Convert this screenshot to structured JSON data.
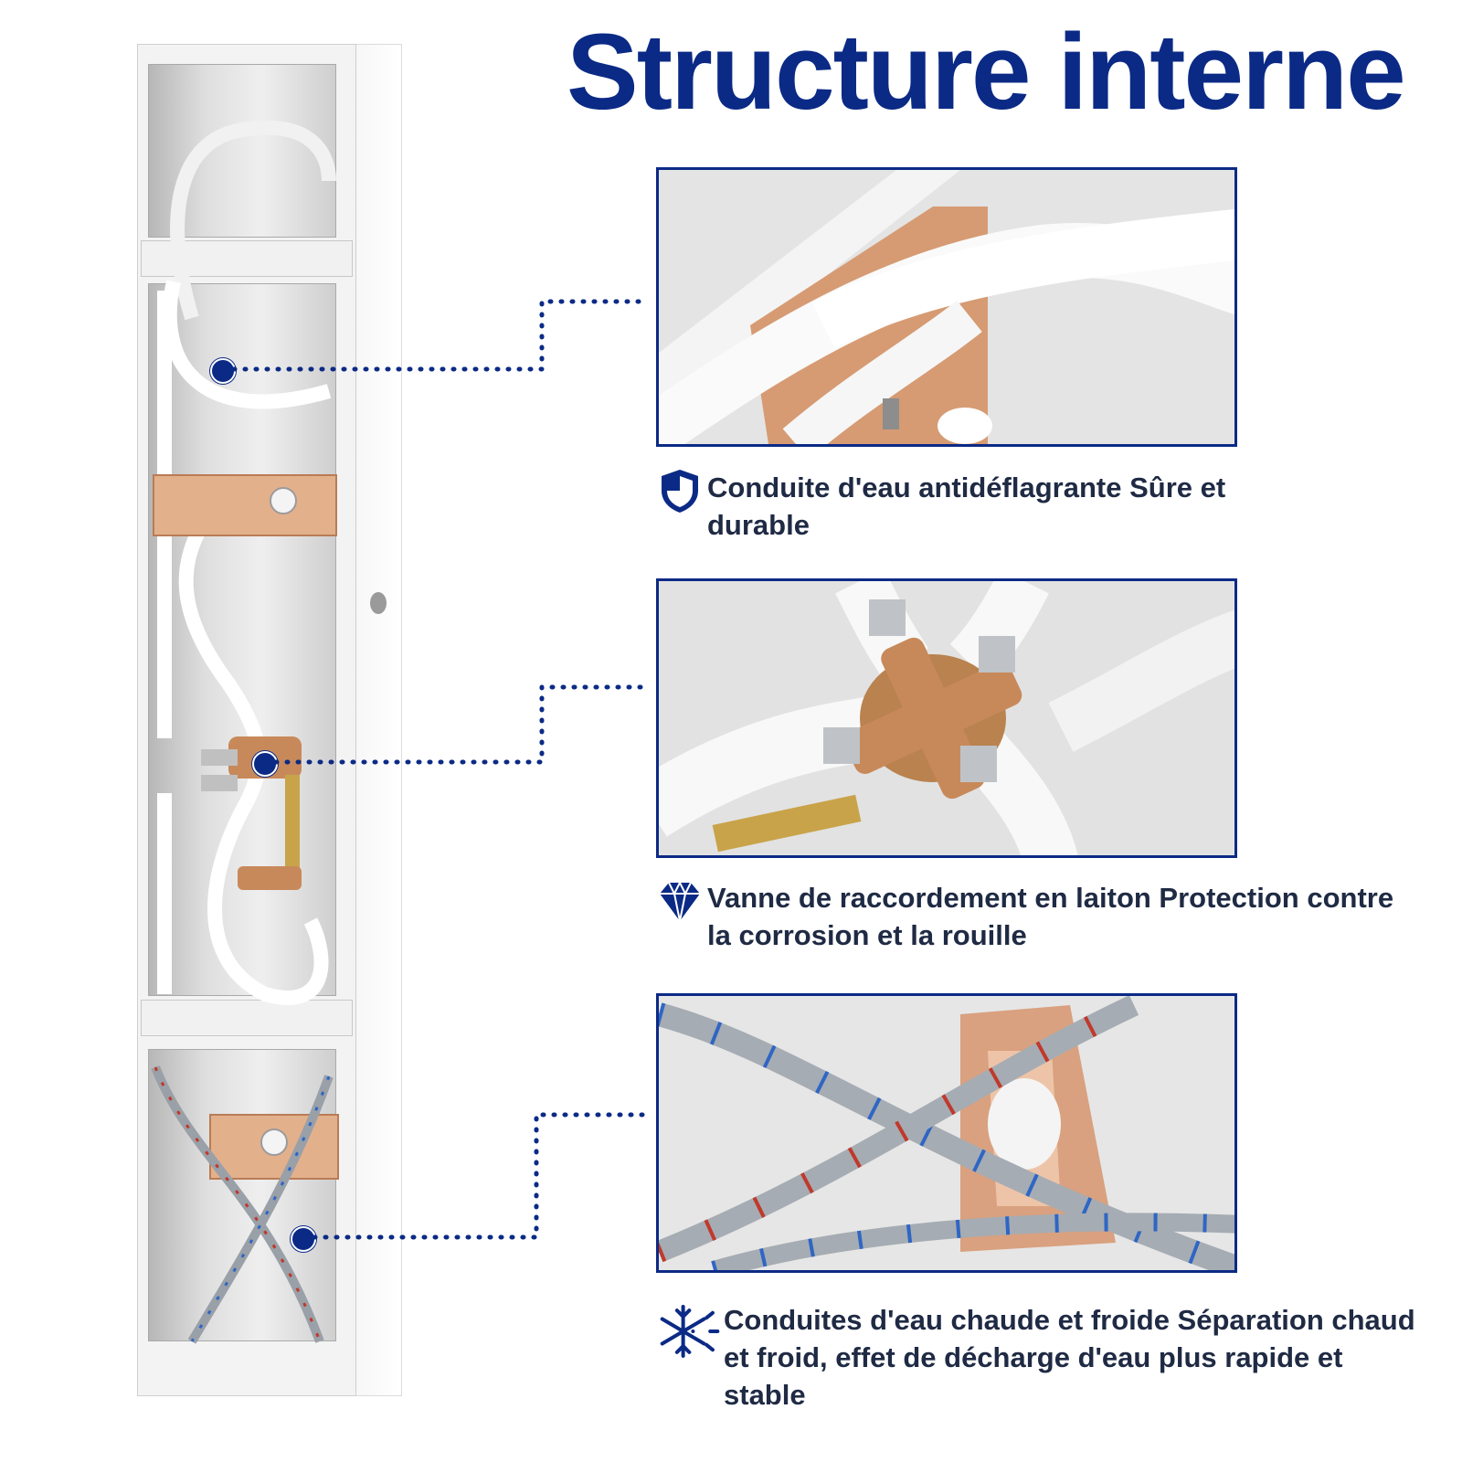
{
  "header": {
    "title": "Structure interne"
  },
  "features": [
    {
      "icon": "shield-icon",
      "text": "Conduite d'eau antidéflagrante Sûre et durable"
    },
    {
      "icon": "diamond-icon",
      "text": "Vanne de raccordement en laiton Protection contre la corrosion et la rouille"
    },
    {
      "icon": "snowflake-sun-icon",
      "text": "Conduites d'eau chaude et froide Séparation chaud et froid, effet de décharge d'eau plus rapide et stable"
    }
  ],
  "colors": {
    "accent": "#0b2a86",
    "text": "#1f2a44",
    "brass": "#c8895a",
    "copper_plate": "#e3b08c"
  }
}
